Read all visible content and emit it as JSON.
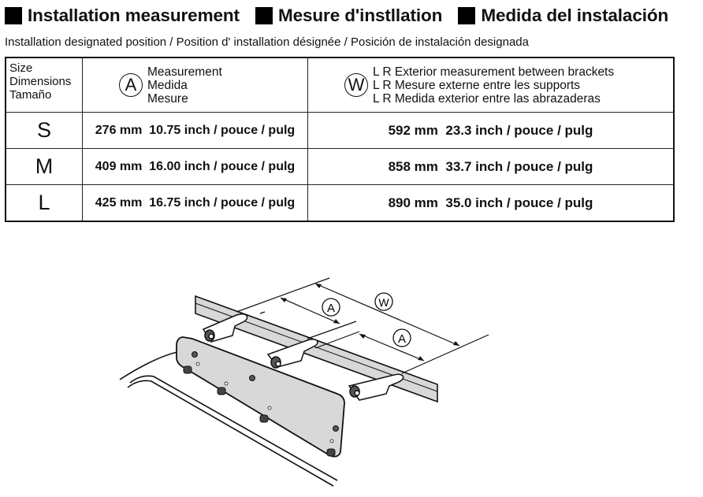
{
  "header": {
    "titles": [
      "Installation measurement",
      "Mesure d'instllation",
      "Medida del instalación"
    ],
    "subtitle": "Installation designated position /  Position d'  installation désignée / Posición de instalación designada"
  },
  "table": {
    "size_header": [
      "Size",
      "Dimensions",
      "Tamaño"
    ],
    "a_header": {
      "symbol": "A",
      "lines": [
        "Measurement",
        "Medida",
        "Mesure"
      ]
    },
    "w_header": {
      "symbol": "W",
      "lines": [
        "L R Exterior measurement  between brackets",
        "L R Mesure externe entre les supports",
        "L R Medida exterior entre las abrazaderas"
      ]
    },
    "rows": [
      {
        "size": "S",
        "a": "276 mm  10.75 inch / pouce / pulg",
        "w": "592 mm  23.3 inch / pouce / pulg"
      },
      {
        "size": "M",
        "a": "409 mm  16.00 inch / pouce / pulg",
        "w": "858 mm  33.7 inch / pouce / pulg"
      },
      {
        "size": "L",
        "a": "425 mm  16.75 inch / pouce / pulg",
        "w": "890 mm  35.0 inch / pouce / pulg"
      }
    ]
  },
  "diagram": {
    "labels": {
      "a1": "A",
      "a2": "A",
      "w": "W"
    }
  }
}
